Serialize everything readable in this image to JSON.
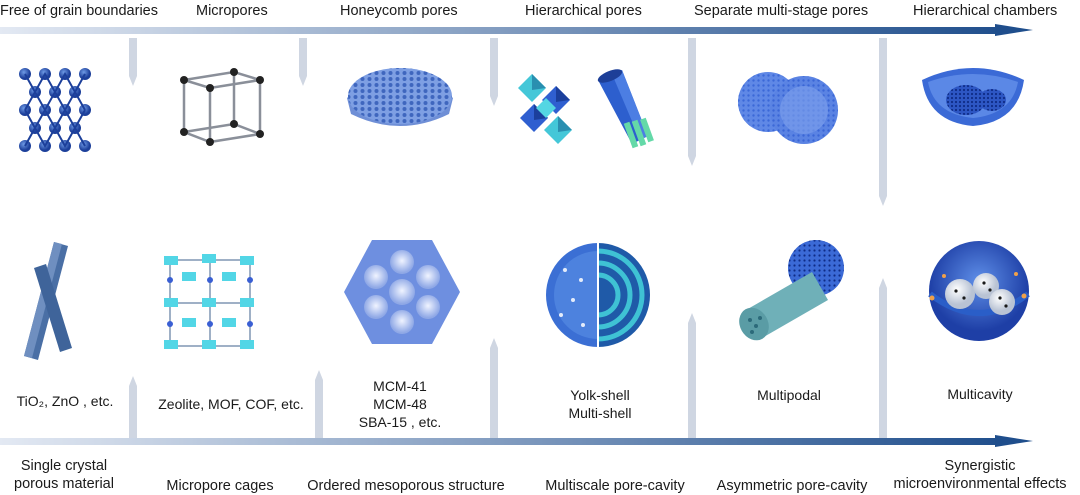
{
  "columns": [
    {
      "top_title": "Free of grain boundaries",
      "example": "TiO₂, ZnO , etc.",
      "bottom_label": [
        "Single crystal",
        "porous material"
      ]
    },
    {
      "top_title": "Micropores",
      "example": "Zeolite, MOF, COF, etc.",
      "bottom_label": [
        "Micropore cages"
      ]
    },
    {
      "top_title": "Honeycomb pores",
      "example": [
        "MCM-41",
        "MCM-48",
        "SBA-15 , etc."
      ],
      "bottom_label": [
        "Ordered mesoporous structure"
      ]
    },
    {
      "top_title": "Hierarchical pores",
      "example": [
        "Yolk-shell",
        "Multi-shell"
      ],
      "bottom_label": [
        "Multiscale pore-cavity"
      ]
    },
    {
      "top_title": "Separate multi-stage pores",
      "example": "Multipodal",
      "bottom_label": [
        "Asymmetric pore-cavity"
      ]
    },
    {
      "top_title": "Hierarchical chambers",
      "example": "Multicavity",
      "bottom_label": [
        "Synergistic",
        "microenvironmental effects"
      ]
    }
  ],
  "colors": {
    "arrow_start": "#d7e1ef",
    "arrow_end": "#1f4e8c",
    "divider": "#cfd6e2",
    "structure_blue": "#3f6fcf",
    "light_blue": "#6f9be6",
    "cyan": "#4fd3df",
    "steel": "#4a6fa5"
  }
}
